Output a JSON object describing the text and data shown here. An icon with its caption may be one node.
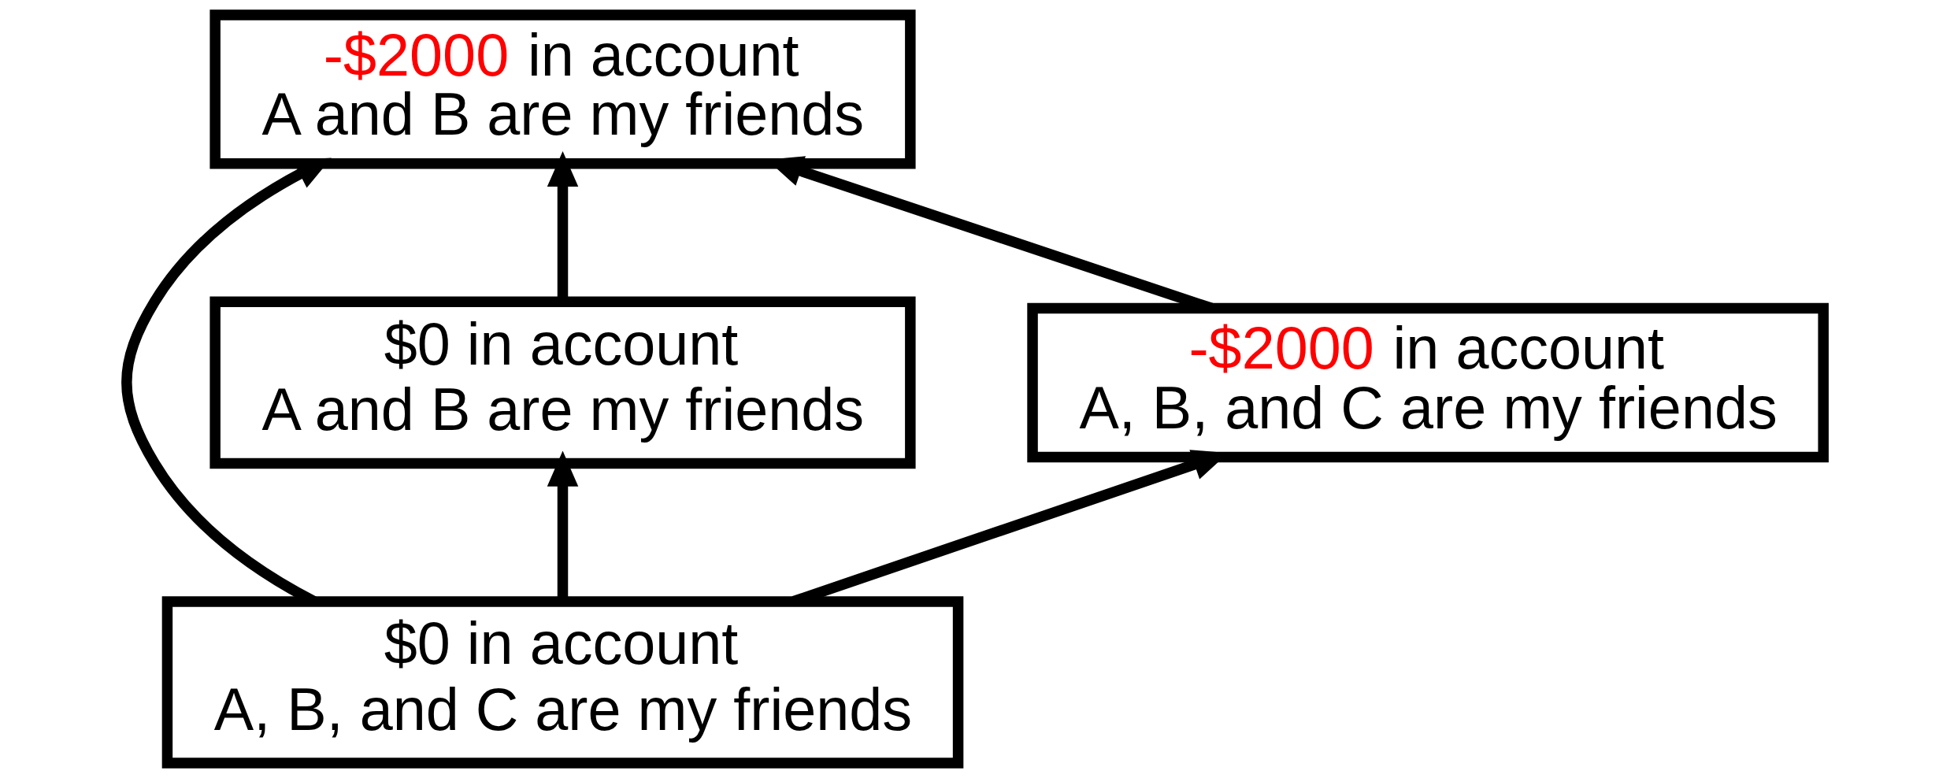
{
  "diagram": {
    "nodes": [
      {
        "text": [
          "-$2000 in account",
          "A and B are my friends"
        ]
      },
      {
        "text": [
          "$0 in account",
          "A and B are my friends"
        ]
      },
      {
        "text": [
          "-$2000 in account",
          "A, B, and C are my friends"
        ]
      },
      {
        "text": [
          "$0 in account",
          "A, B, and C are my friends"
        ]
      }
    ],
    "edges": [
      {
        "from": 3,
        "to": 1,
        "arrow": "to"
      },
      {
        "from": 3,
        "to": 0,
        "arrow": "to"
      },
      {
        "from": 3,
        "to": 2,
        "arrow": "to"
      },
      {
        "from": 1,
        "to": 0,
        "arrow": "to"
      },
      {
        "from": 2,
        "to": 0,
        "arrow": "to"
      }
    ]
  }
}
